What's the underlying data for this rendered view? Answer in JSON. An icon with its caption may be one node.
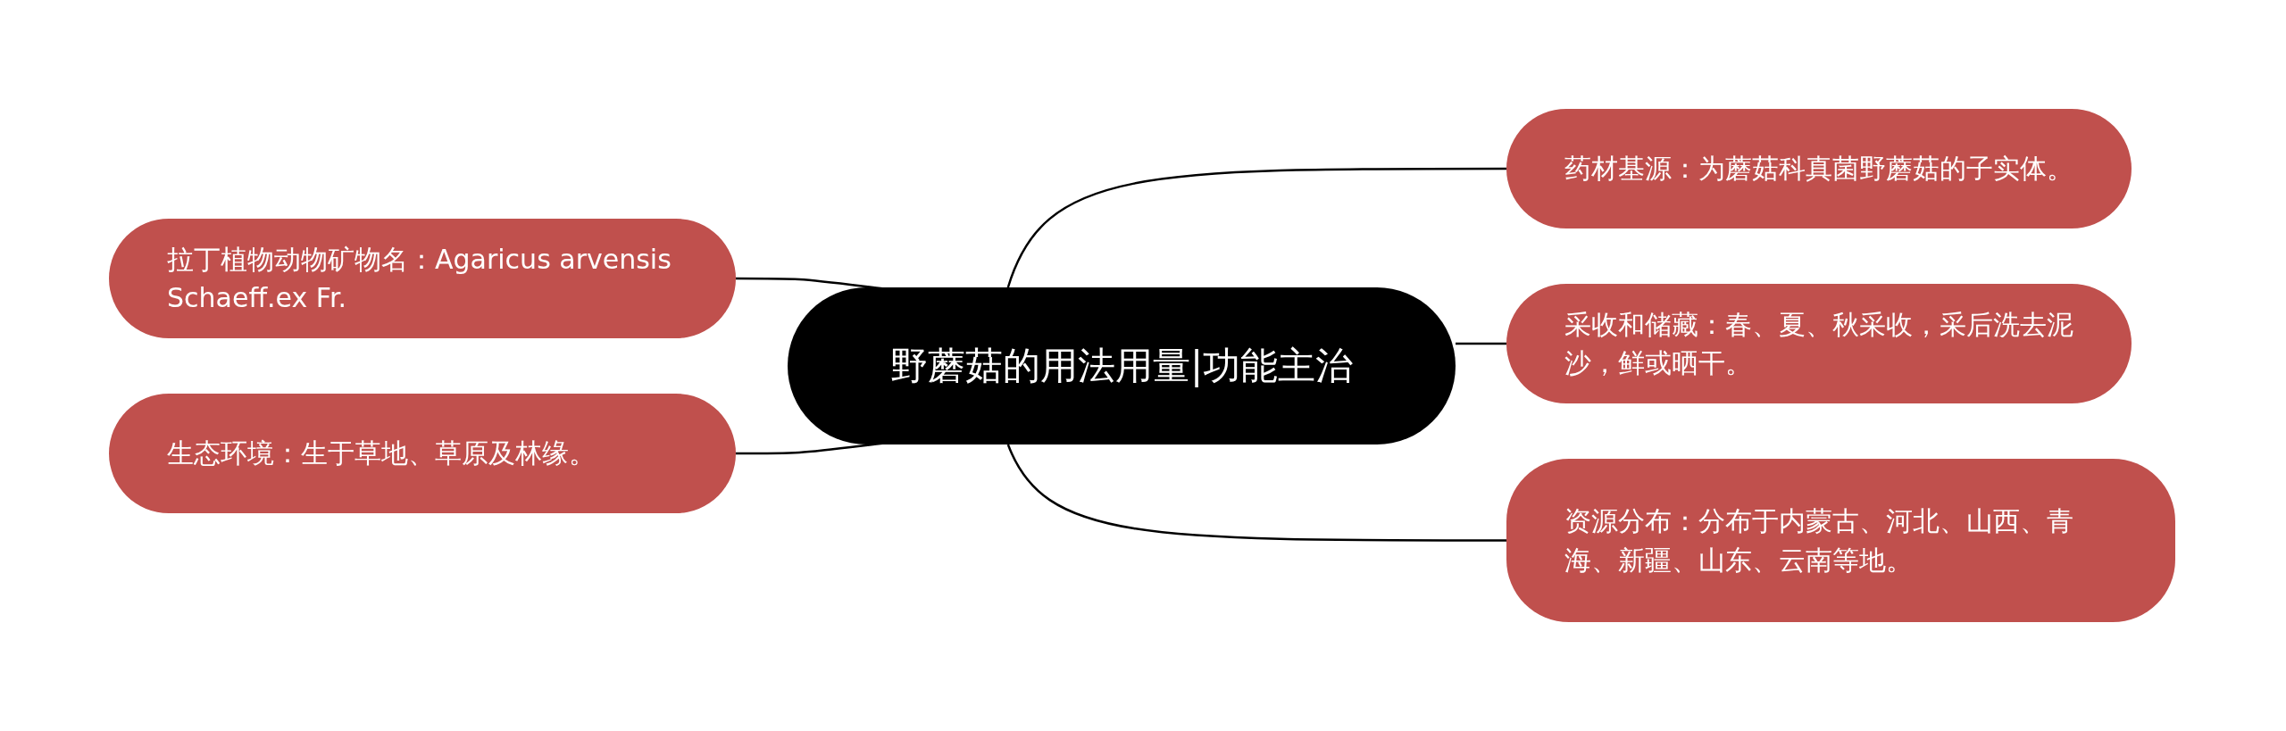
{
  "diagram": {
    "nodes": [
      {
        "text": [
          "野蘑菇的用法用量|功能主治"
        ]
      },
      {
        "text": [
          "拉丁植物动物矿物名：Agaricus arvensis Schaeff.ex Fr."
        ]
      },
      {
        "text": [
          "生态环境：生于草地、草原及林缘。"
        ]
      },
      {
        "text": [
          "药材基源：为蘑菇科真菌野蘑菇的子实体。"
        ]
      },
      {
        "text": [
          "采收和储藏：春、夏、秋采收，采后洗去泥沙，鲜或晒干。"
        ]
      },
      {
        "text": [
          "资源分布：分布于内蒙古、河北、山西、青海、新疆、山东、云南等地。"
        ]
      }
    ],
    "edges": [
      {
        "from": 0,
        "to": 1,
        "arrow": "none"
      },
      {
        "from": 0,
        "to": 2,
        "arrow": "none"
      },
      {
        "from": 0,
        "to": 3,
        "arrow": "none"
      },
      {
        "from": 0,
        "to": 4,
        "arrow": "none"
      },
      {
        "from": 0,
        "to": 5,
        "arrow": "none"
      }
    ]
  }
}
